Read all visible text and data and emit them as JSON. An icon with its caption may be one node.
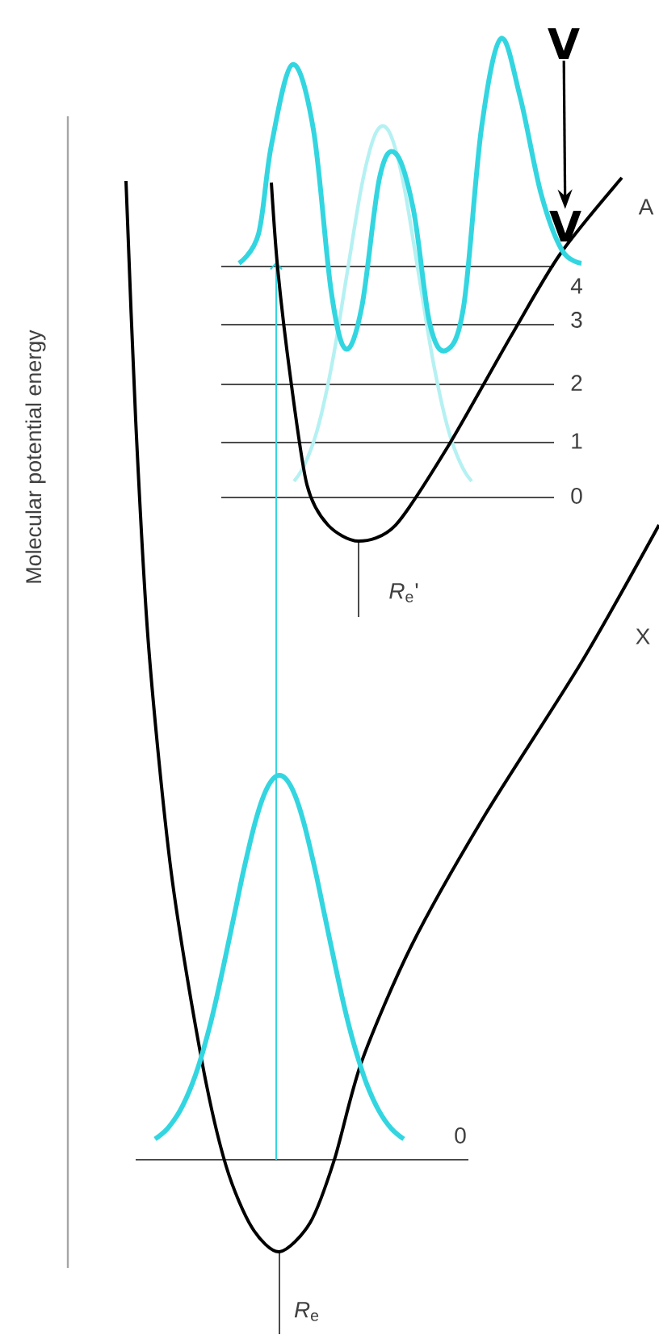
{
  "diagram": {
    "nodes": [
      {
        "text": [
          "V"
        ]
      },
      {
        "text": [
          "V"
        ]
      }
    ],
    "edges": [
      {
        "from": 0,
        "to": 1,
        "arrow": "to"
      }
    ],
    "labels": [
      "A",
      "4",
      "3",
      "2",
      "1",
      "0",
      "Molecular potential energy",
      "*R*$_{e}$'",
      "X",
      "0",
      "*R*$_{e}$"
    ]
  }
}
